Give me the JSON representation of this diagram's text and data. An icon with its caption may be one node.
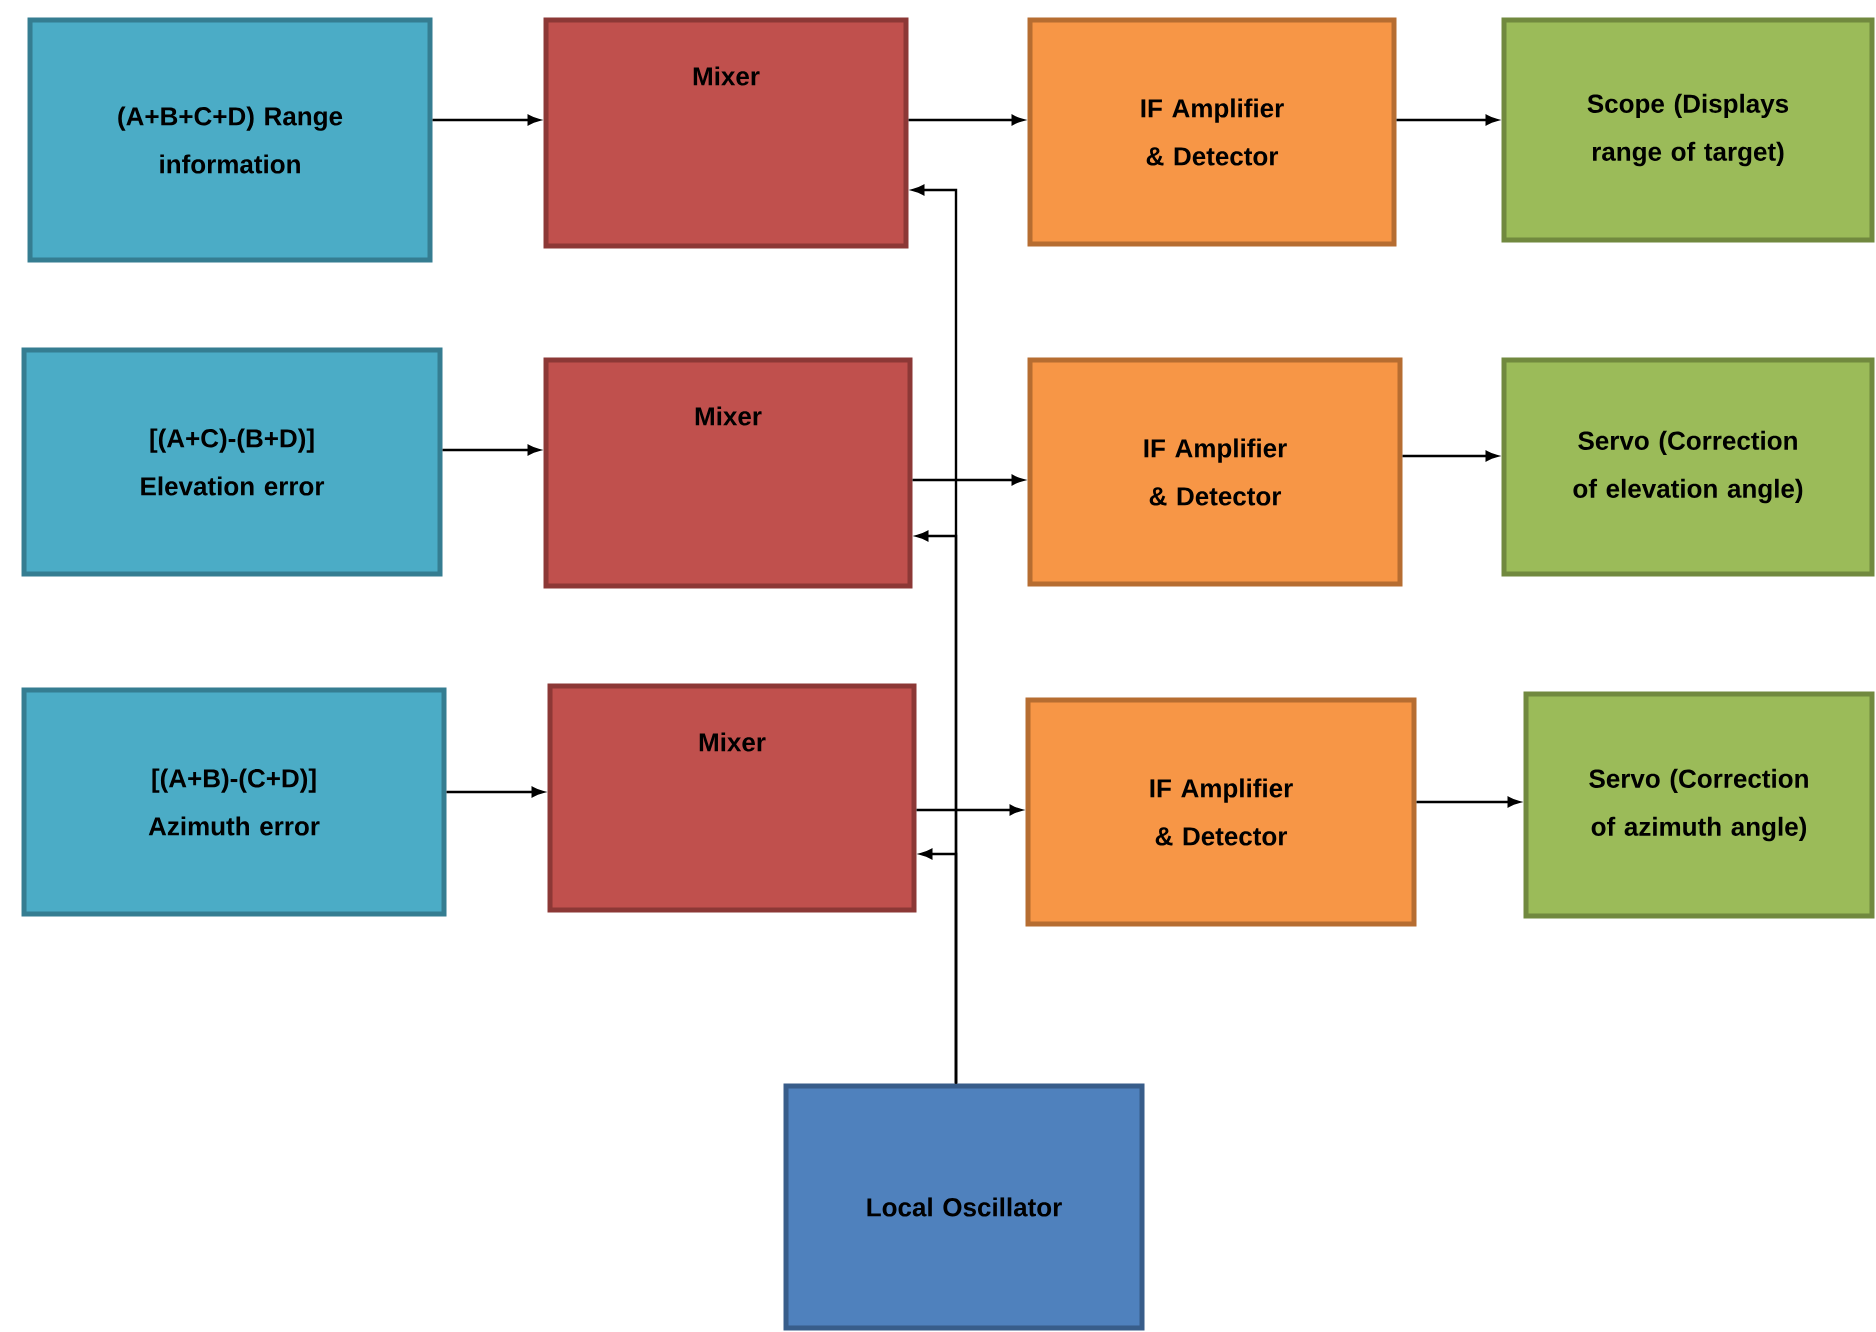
{
  "diagram": {
    "nodes": [
      {
        "text": [
          "(A+B+C+D) Range information"
        ]
      },
      {
        "text": [
          "Mixer"
        ]
      },
      {
        "text": [
          "IF Amplifier & Detector"
        ]
      },
      {
        "text": [
          "Scope (Displays range of target)"
        ]
      },
      {
        "text": [
          "[(A+C)-(B+D)] Elevation error"
        ]
      },
      {
        "text": [
          "Mixer"
        ]
      },
      {
        "text": [
          "IF Amplifier & Detector"
        ]
      },
      {
        "text": [
          "Servo (Correction of elevation angle)"
        ]
      },
      {
        "text": [
          "[(A+B)-(C+D)] Azimuth error"
        ]
      },
      {
        "text": [
          "Mixer"
        ]
      },
      {
        "text": [
          "IF Amplifier & Detector"
        ]
      },
      {
        "text": [
          "Servo (Correction of azimuth angle)"
        ]
      },
      {
        "text": [
          "Local Oscillator"
        ]
      }
    ],
    "edges": [
      {
        "from": 0,
        "to": 1,
        "arrow": "to"
      },
      {
        "from": 1,
        "to": 2,
        "arrow": "to"
      },
      {
        "from": 2,
        "to": 3,
        "arrow": "to"
      },
      {
        "from": 4,
        "to": 5,
        "arrow": "to"
      },
      {
        "from": 5,
        "to": 6,
        "arrow": "to"
      },
      {
        "from": 6,
        "to": 7,
        "arrow": "to"
      },
      {
        "from": 8,
        "to": 9,
        "arrow": "to"
      },
      {
        "from": 9,
        "to": 10,
        "arrow": "to"
      },
      {
        "from": 10,
        "to": 11,
        "arrow": "to"
      },
      {
        "from": 12,
        "to": 1,
        "arrow": "to"
      },
      {
        "from": 12,
        "to": 5,
        "arrow": "to"
      },
      {
        "from": 12,
        "to": 9,
        "arrow": "to"
      }
    ]
  }
}
